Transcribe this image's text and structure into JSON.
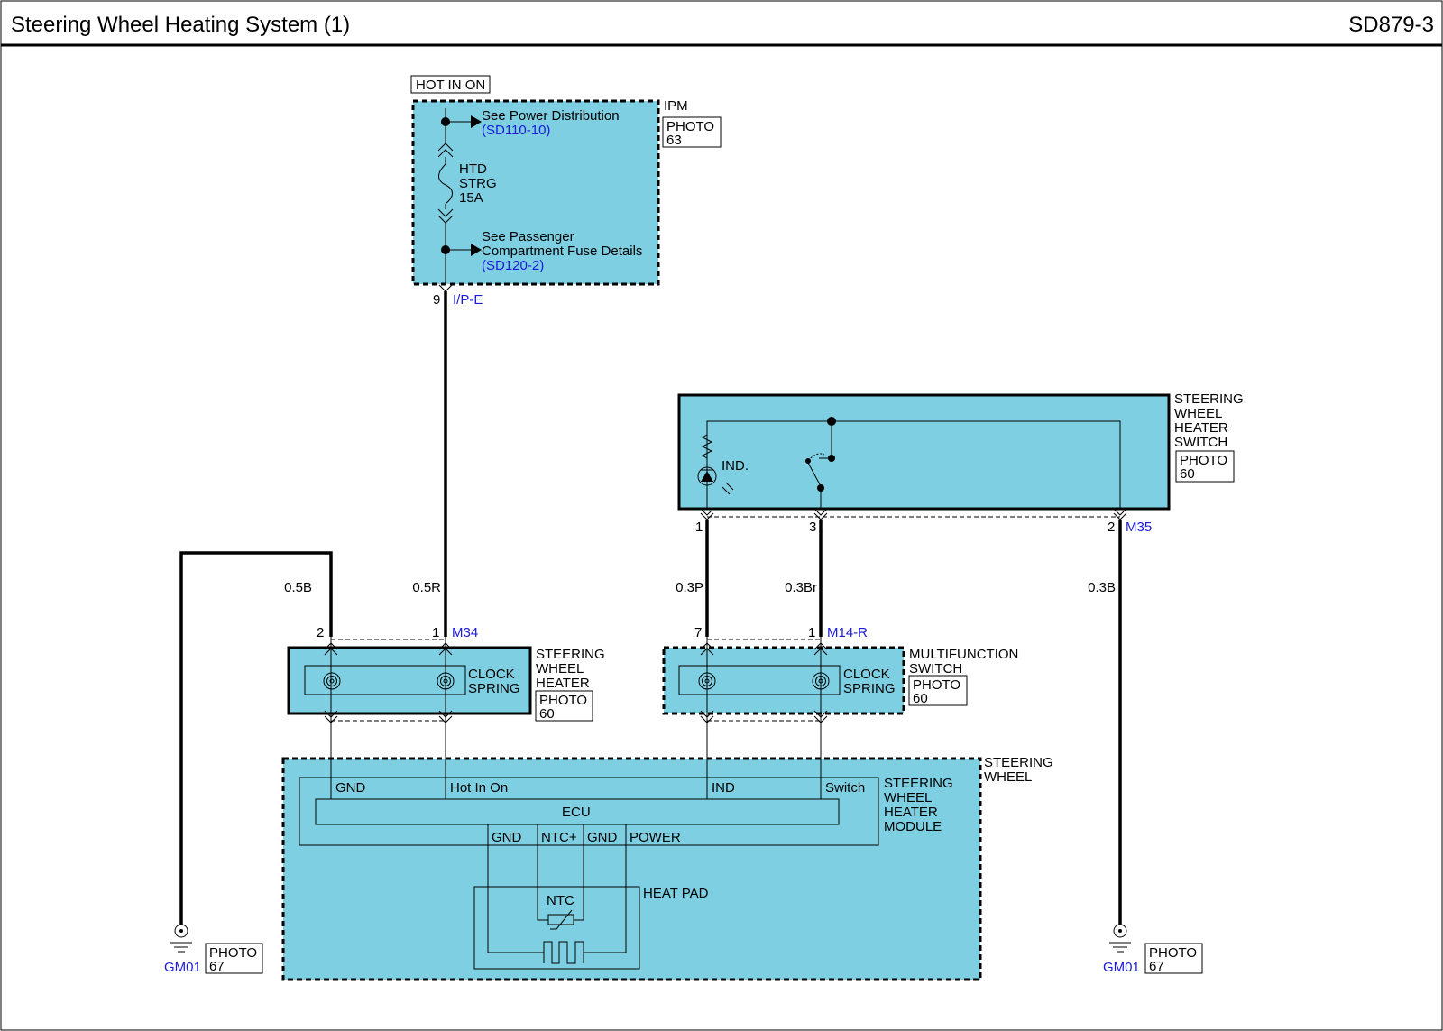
{
  "header": {
    "title": "Steering Wheel Heating System (1)",
    "code": "SD879-3"
  },
  "ipm": {
    "hot_label": "HOT IN ON",
    "name": "IPM",
    "photo": [
      "PHOTO",
      "63"
    ],
    "power_dist": "See Power Distribution",
    "power_dist_ref": "(SD110-10)",
    "fuse": [
      "HTD",
      "STRG",
      "15A"
    ],
    "passenger": [
      "See Passenger",
      "Compartment Fuse Details"
    ],
    "passenger_ref": "(SD120-2)",
    "pin": "9",
    "connector": "I/P-E"
  },
  "switch": {
    "name": [
      "STEERING",
      "WHEEL",
      "HEATER",
      "SWITCH"
    ],
    "photo": [
      "PHOTO",
      "60"
    ],
    "ind": "IND.",
    "pins": [
      "1",
      "3",
      "2"
    ],
    "connector": "M35"
  },
  "wires": {
    "w1": "0.5B",
    "w2": "0.5R",
    "w3": "0.3P",
    "w4": "0.3Br",
    "w5": "0.3B"
  },
  "clock_left": {
    "pins": [
      "2",
      "1"
    ],
    "connector": "M34",
    "label": [
      "CLOCK",
      "SPRING"
    ],
    "name": [
      "STEERING",
      "WHEEL",
      "HEATER"
    ],
    "photo": [
      "PHOTO",
      "60"
    ]
  },
  "clock_right": {
    "pins": [
      "7",
      "1"
    ],
    "connector": "M14-R",
    "label": [
      "CLOCK",
      "SPRING"
    ],
    "name": [
      "MULTIFUNCTION",
      "SWITCH"
    ],
    "photo": [
      "PHOTO",
      "60"
    ]
  },
  "wheel": {
    "name": [
      "STEERING",
      "WHEEL"
    ],
    "module": [
      "STEERING",
      "WHEEL",
      "HEATER",
      "MODULE"
    ],
    "top_pins": [
      "GND",
      "Hot In On",
      "IND",
      "Switch"
    ],
    "ecu": "ECU",
    "bottom_pins": [
      "GND",
      "NTC+",
      "GND",
      "POWER"
    ],
    "ntc": "NTC",
    "heat_pad": "HEAT PAD"
  },
  "grounds": [
    {
      "id": "GM01",
      "photo": [
        "PHOTO",
        "67"
      ]
    },
    {
      "id": "GM01",
      "photo": [
        "PHOTO",
        "67"
      ]
    }
  ]
}
